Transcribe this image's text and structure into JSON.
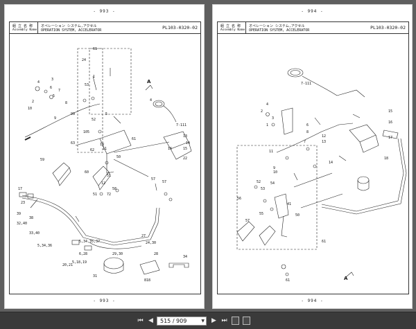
{
  "left_page": {
    "page_number_top": "- 993 -",
    "page_number_bottom": "- 993 -",
    "header": {
      "label_jp": "組 立 名 称",
      "label_en": "Assembly Name",
      "name_jp": "オペレーション システム,アクセル",
      "name_en": "OPERATION SYSTEM, ACCELERATOR",
      "code": "PL103-0320-02"
    },
    "callouts": [
      "A",
      "61",
      "24",
      "1",
      "53",
      "4",
      "3",
      "2",
      "10",
      "6",
      "5",
      "7",
      "8",
      "9",
      "99",
      "5",
      "52",
      "105",
      "19",
      "63",
      "61",
      "11",
      "62",
      "59",
      "50",
      "51",
      "60",
      "12",
      "72",
      "51",
      "58",
      "57",
      "4",
      "7-111",
      "13",
      "14",
      "15",
      "16",
      "22",
      "57",
      "17",
      "23",
      "39",
      "32,40",
      "38",
      "33,40",
      "5,34,36",
      "5,34,35,37",
      "6,28",
      "27",
      "24,30",
      "5,18,19",
      "20,21",
      "29,30",
      "28",
      "34",
      "31",
      "818",
      "818"
    ]
  },
  "right_page": {
    "page_number_top": "- 994 -",
    "page_number_bottom": "- 994 -",
    "header": {
      "label_jp": "組 立 名 称",
      "label_en": "Assembly Name",
      "name_jp": "オペレーション システム,アクセル",
      "name_en": "OPERATION SYSTEM, ACCELERATOR",
      "code": "PL103-0320-02"
    },
    "callouts": [
      "7-111",
      "2",
      "4",
      "3",
      "1",
      "6",
      "8",
      "7",
      "15",
      "16",
      "17",
      "12",
      "13",
      "14",
      "18",
      "11",
      "9",
      "10",
      "54",
      "52",
      "53",
      "56",
      "55",
      "41",
      "50",
      "57",
      "A",
      "61",
      "61"
    ]
  },
  "toolbar": {
    "first_icon": "skip-first-icon",
    "prev_icon": "prev-page-icon",
    "page_value": "515 / 909",
    "next_icon": "next-page-icon",
    "last_icon": "skip-last-icon",
    "copy_icon": "copy-icon",
    "fit_icon": "fit-page-icon",
    "colors": {
      "bar": "#3a3a3a",
      "viewer_bg": "#5f5f5f"
    }
  }
}
